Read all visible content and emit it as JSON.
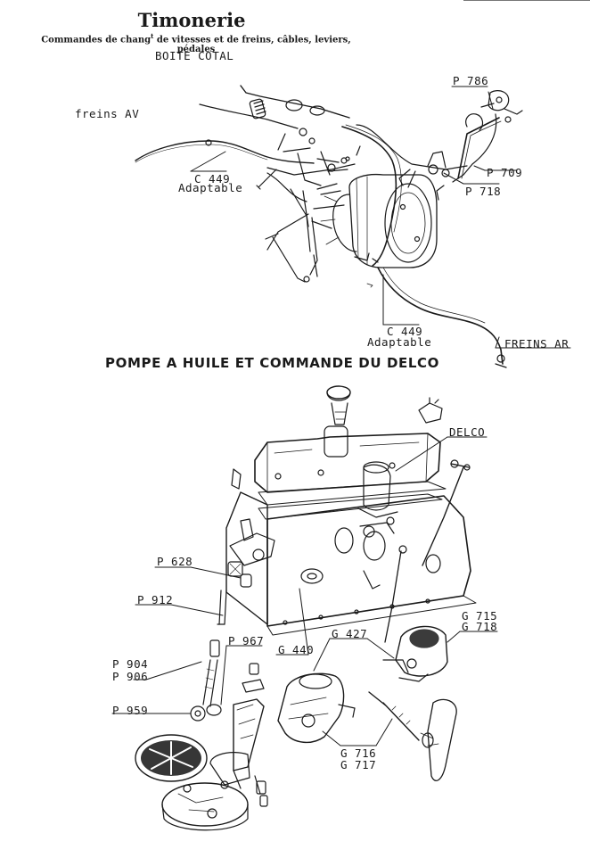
{
  "header": {
    "title": "Timonerie",
    "subtitle_main": "Commandes de chang",
    "subtitle_sup": "t",
    "subtitle_rest": " de vitesses et de freins, câbles, leviers, pédales",
    "box_label": "BOITE COTAL"
  },
  "section1": {
    "labels": {
      "freins_av": "freins AV",
      "p786": "P 786",
      "p709": "P 709",
      "p718": "P 718",
      "c449_top": "C 449",
      "adaptable_top": "Adaptable",
      "c449_bottom": "C 449",
      "adaptable_bottom": "Adaptable",
      "freins_ar": "FREINS AR"
    }
  },
  "section2": {
    "title": "POMPE A HUILE ET COMMANDE DU DELCO",
    "labels": {
      "delco": "DELCO",
      "p628": "P 628",
      "p912": "P 912",
      "p967": "P 967",
      "p904": "P 904",
      "p906": "P 906",
      "p959": "P 959",
      "g440": "G 440",
      "g427": "G 427",
      "g715": "G 715",
      "g718": "G 718",
      "g716": "G 716",
      "g717": "G 717"
    }
  }
}
